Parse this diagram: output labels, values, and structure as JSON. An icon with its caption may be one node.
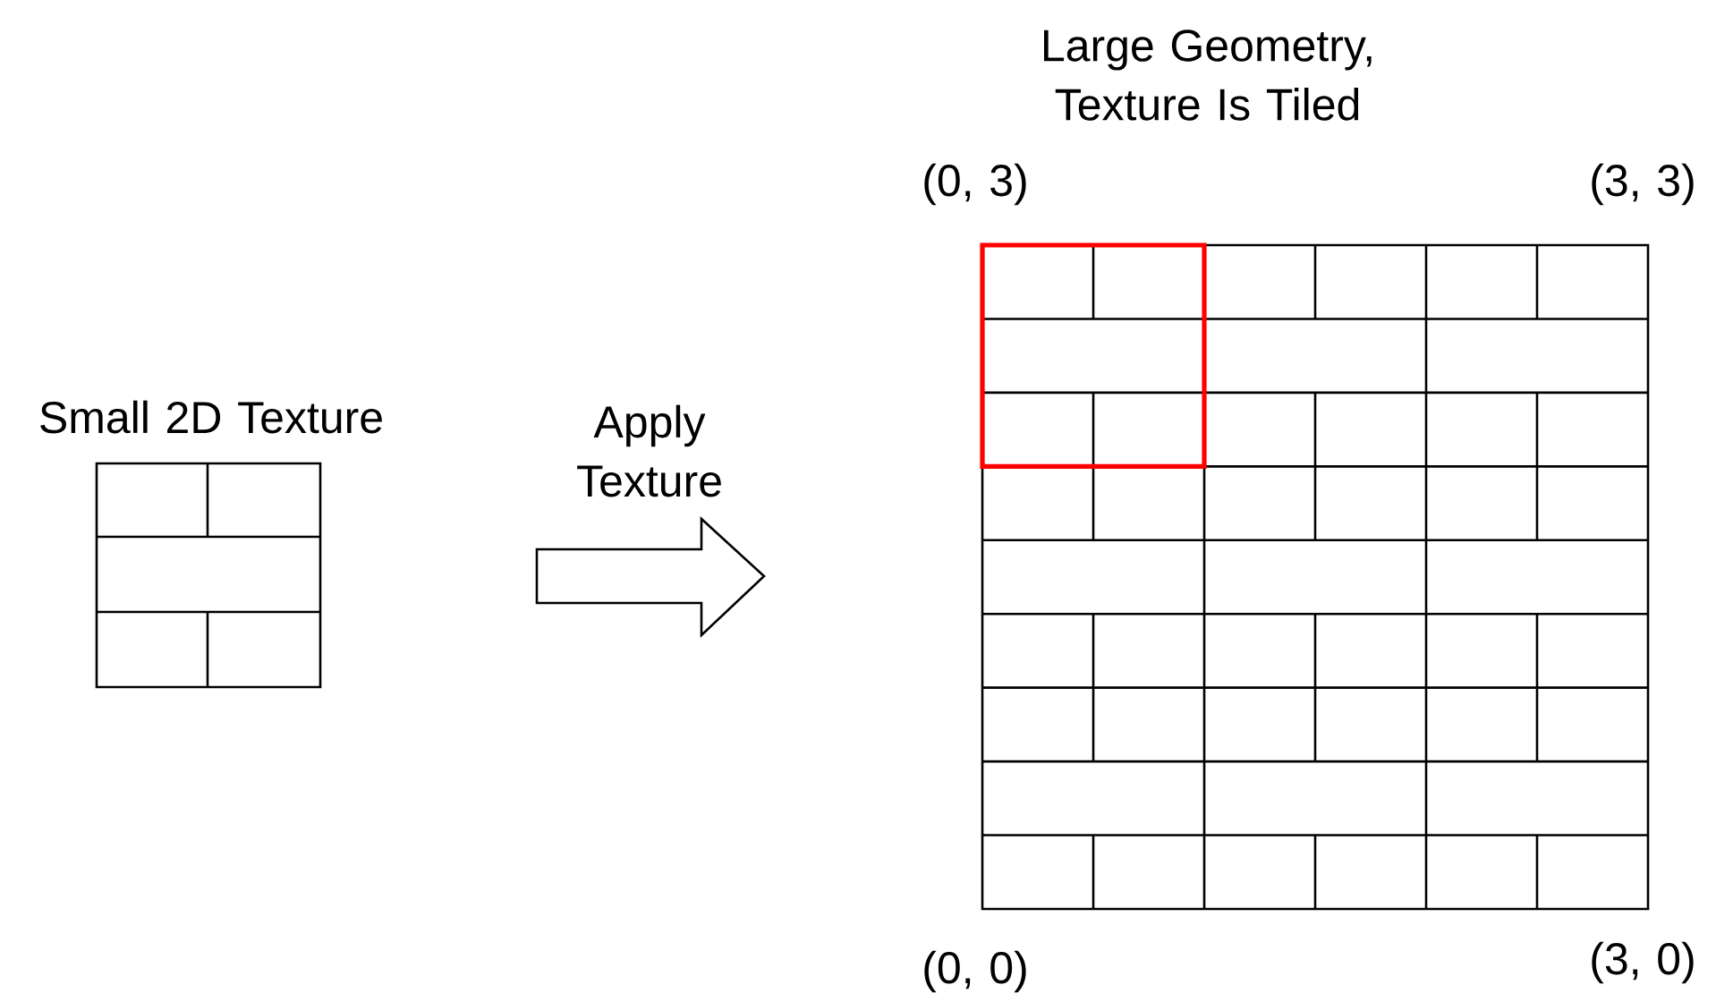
{
  "diagram": {
    "nodes": [
      {
        "text": [
          "Small 2D Texture"
        ]
      },
      {
        "text": [
          "Large Geometry, Texture Is Tiled"
        ]
      }
    ],
    "labels": [
      "Apply Texture",
      "(0, 3)",
      "(3, 3)",
      "(0, 0)",
      "(3, 0)"
    ]
  }
}
